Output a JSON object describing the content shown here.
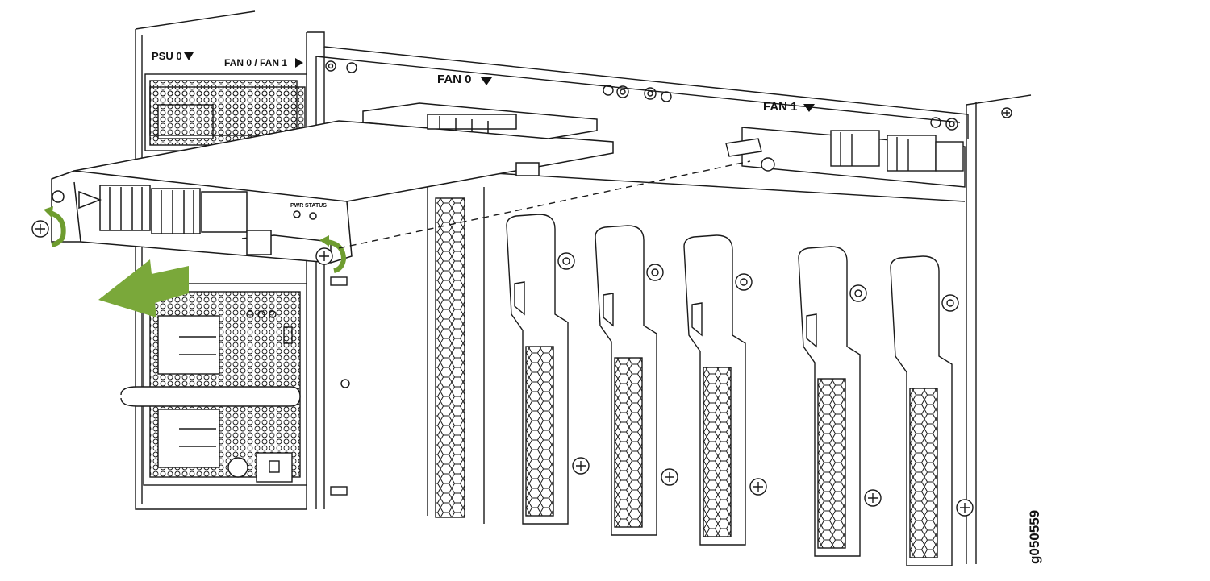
{
  "labels": {
    "psu0": "PSU 0",
    "fan01": "FAN 0 / FAN 1",
    "fan0": "FAN 0",
    "fan1": "FAN 1",
    "pwr": "PWR",
    "status": "STATUS",
    "figure_id": "g050559"
  },
  "colors": {
    "line": "#1a1a1a",
    "arrow_green": "#7aa83a",
    "thumb_green": "#6e9c2f",
    "panel_fill": "#ffffff",
    "hole_fill": "#f4f4f4"
  },
  "icons": {
    "removal_arrow": "arrow-left-icon",
    "down_marker": "triangle-down-icon",
    "right_marker": "triangle-right-icon",
    "captive_screw": "captive-screw-icon",
    "rotate_ccw": "rotate-counterclockwise-icon"
  }
}
